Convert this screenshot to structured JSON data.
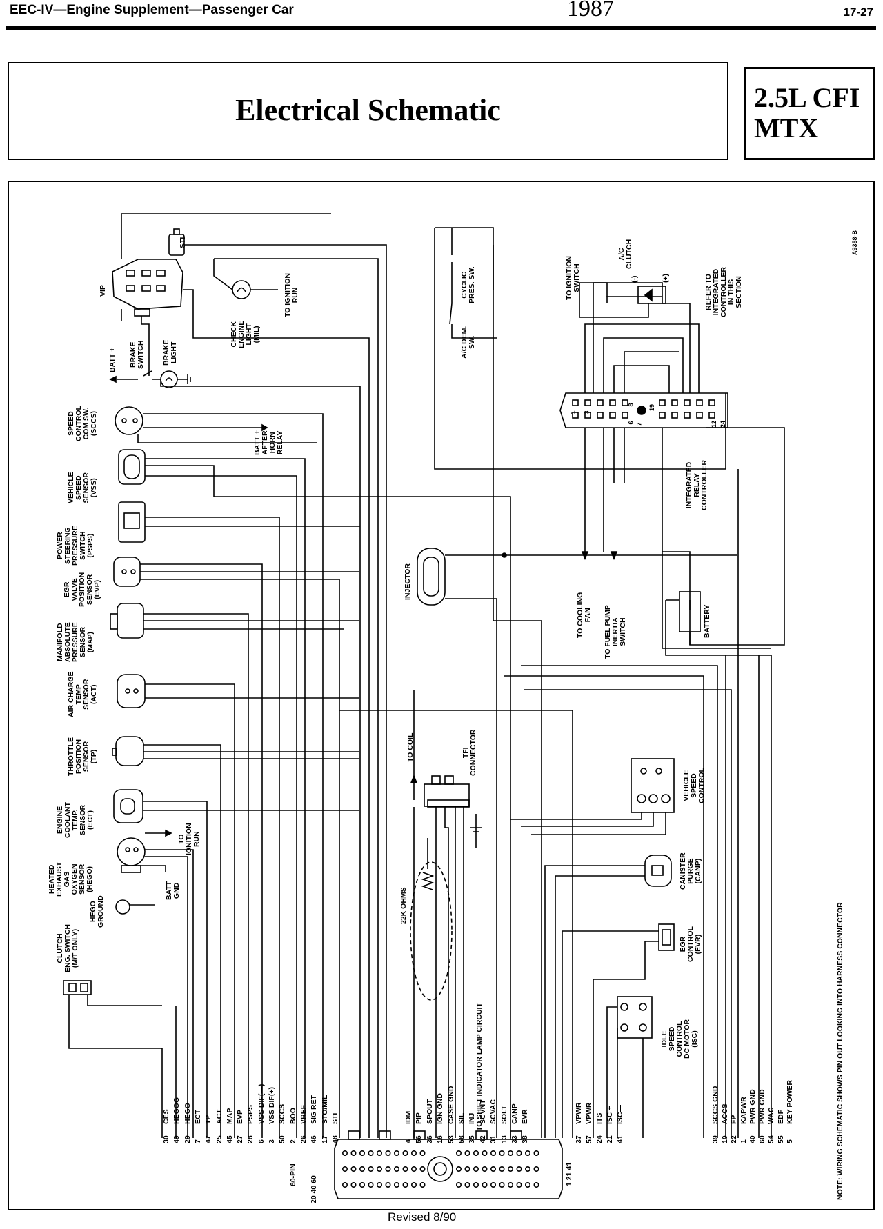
{
  "header": {
    "left": "EEC-IV—Engine Supplement—Passenger Car",
    "year": "1987",
    "page": "17-27"
  },
  "title": "Electrical Schematic",
  "engine": {
    "line1": "2.5L  CFI",
    "line2": "MTX"
  },
  "schematic_id": "A9358-B",
  "labels": {
    "vip": "VIP",
    "sti": "STI",
    "check_engine": [
      "CHECK",
      "ENGINE",
      "LIGHT",
      "(MIL)"
    ],
    "to_ignition_run": [
      "TO IGNITION",
      "RUN"
    ],
    "brake_switch": [
      "BRAKE",
      "SWITCH"
    ],
    "brake_light": [
      "BRAKE",
      "LIGHT"
    ],
    "batt_plus": "BATT +",
    "speed_control_sw": [
      "SPEED",
      "CONTROL",
      "COM SW.",
      "(SCCS)"
    ],
    "batt_after_horn": [
      "BATT +",
      "AFTER",
      "HORN",
      "RELAY"
    ],
    "vss": [
      "VEHICLE",
      "SPEED",
      "SENSOR",
      "(VSS)"
    ],
    "psps": [
      "POWER",
      "STEERING",
      "PRESSURE",
      "SWITCH",
      "(PSPS)"
    ],
    "evp": [
      "EGR",
      "VALVE",
      "POSITION",
      "SENSOR",
      "(EVP)"
    ],
    "map": [
      "MANIFOLD",
      "ABSOLUTE",
      "PRESSURE",
      "SENSOR",
      "(MAP)"
    ],
    "act": [
      "AIR CHARGE",
      "TEMP",
      "SENSOR",
      "(ACT)"
    ],
    "tp": [
      "THROTTLE",
      "POSITION",
      "SENSOR",
      "(TP)"
    ],
    "ect": [
      "ENGINE",
      "COOLANT",
      "TEMP.",
      "SENSOR",
      "(ECT)"
    ],
    "to_ignition_run2": [
      "TO",
      "IGNITION",
      "RUN"
    ],
    "hego": [
      "HEATED",
      "EXHAUST",
      "GAS",
      "OXYGEN",
      "SENSOR",
      "(HEGO)"
    ],
    "batt_gnd": [
      "BATT",
      "GND"
    ],
    "hego_ground": [
      "HEGO",
      "GROUND"
    ],
    "clutch": [
      "CLUTCH",
      "ENG. SWITCH",
      "(M/T ONLY)"
    ],
    "ac_dem": [
      "A/C DEM.",
      "SW."
    ],
    "cyclic": [
      "CYCLIC",
      "PRES. SW."
    ],
    "to_ignition_switch": [
      "TO IGNITION",
      "SWITCH"
    ],
    "ac_clutch": [
      "A/C",
      "CLUTCH"
    ],
    "clutch_minus": "(-)",
    "clutch_plus": "(+)",
    "refer_to": [
      "REFER TO",
      "INTEGRATED",
      "CONTROLLER",
      "IN THIS",
      "SECTION"
    ],
    "irc": [
      "INTEGRATED",
      "RELAY",
      "CONTROLLER"
    ],
    "irc_pins": [
      "1",
      "3",
      "6",
      "8",
      "7",
      "19",
      "12",
      "24"
    ],
    "injector": "INJECTOR",
    "to_cooling_fan": [
      "TO COOLING",
      "FAN"
    ],
    "to_fuel_pump": [
      "TO FUEL PUMP",
      "INERTIA",
      "SWITCH"
    ],
    "battery": "BATTERY",
    "to_coil": "TO COIL",
    "tfi_connector": [
      "TFI",
      "CONNECTOR"
    ],
    "ohms": "22K OHMS",
    "to_shift": "TO SHIFT INDICATOR LAMP CIRCUIT",
    "vsc": [
      "VEHICLE",
      "SPEED",
      "CONTROL"
    ],
    "canp": [
      "CANISTER",
      "PURGE",
      "(CANP)"
    ],
    "evr": [
      "EGR",
      "CONTROL",
      "(EVR)"
    ],
    "isc": [
      "IDLE",
      "SPEED",
      "CONTROL",
      "DC MOTOR",
      "(ISC)"
    ],
    "note": "NOTE: WIRING SCHEMATIC SHOWS PIN OUT LOOKING INTO HARNESS CONNECTOR",
    "pin60": "60-PIN",
    "conn_left_nums": [
      "20",
      "40",
      "60"
    ],
    "conn_right_nums": [
      "1",
      "21",
      "41"
    ]
  },
  "pins_left": [
    {
      "num": "30",
      "name": "CES"
    },
    {
      "num": "49",
      "name": "HEGOG"
    },
    {
      "num": "29",
      "name": "HEGO"
    },
    {
      "num": "7",
      "name": "ECT"
    },
    {
      "num": "47",
      "name": "TP"
    },
    {
      "num": "25",
      "name": "ACT"
    },
    {
      "num": "45",
      "name": "MAP"
    },
    {
      "num": "27",
      "name": "EVP"
    },
    {
      "num": "28",
      "name": "PSPS"
    },
    {
      "num": "6",
      "name": "VSS DIF(—)"
    },
    {
      "num": "3",
      "name": "VSS DIF(+)"
    },
    {
      "num": "50",
      "name": "SCCS"
    },
    {
      "num": "2",
      "name": "BOO"
    },
    {
      "num": "26",
      "name": "VREF"
    },
    {
      "num": "46",
      "name": "SIG RET"
    },
    {
      "num": "17",
      "name": "STO/MIL"
    },
    {
      "num": "48",
      "name": "STI"
    }
  ],
  "pins_mid": [
    {
      "num": "4",
      "name": "IDM"
    },
    {
      "num": "56",
      "name": "PIP"
    },
    {
      "num": "36",
      "name": "SPOUT"
    },
    {
      "num": "16",
      "name": "IGN GND"
    },
    {
      "num": "53",
      "name": "CASE GND"
    },
    {
      "num": "58",
      "name": "SIL"
    },
    {
      "num": "35",
      "name": "INJ"
    },
    {
      "num": "42",
      "name": "SCVNT"
    },
    {
      "num": "31",
      "name": "SCVAC"
    },
    {
      "num": "13",
      "name": "SOLT"
    },
    {
      "num": "33",
      "name": "CANP"
    },
    {
      "num": "38",
      "name": "EVR"
    }
  ],
  "pins_isc": [
    {
      "num": "37",
      "name": "VPWR"
    },
    {
      "num": "57",
      "name": "VPWR"
    },
    {
      "num": "24",
      "name": "ITS"
    },
    {
      "num": "21",
      "name": "ISC +"
    },
    {
      "num": "41",
      "name": "ISC—"
    }
  ],
  "pins_right": [
    {
      "num": "39",
      "name": "SCCS GND"
    },
    {
      "num": "10",
      "name": "ACCS"
    },
    {
      "num": "22",
      "name": "FP"
    },
    {
      "num": "1",
      "name": "KAPWR"
    },
    {
      "num": "40",
      "name": "PWR GND"
    },
    {
      "num": "60",
      "name": "PWR GND"
    },
    {
      "num": "54",
      "name": "WAC"
    },
    {
      "num": "55",
      "name": "EDF"
    },
    {
      "num": "5",
      "name": "KEY POWER"
    }
  ],
  "footer": {
    "revised": "Revised 8/90"
  }
}
